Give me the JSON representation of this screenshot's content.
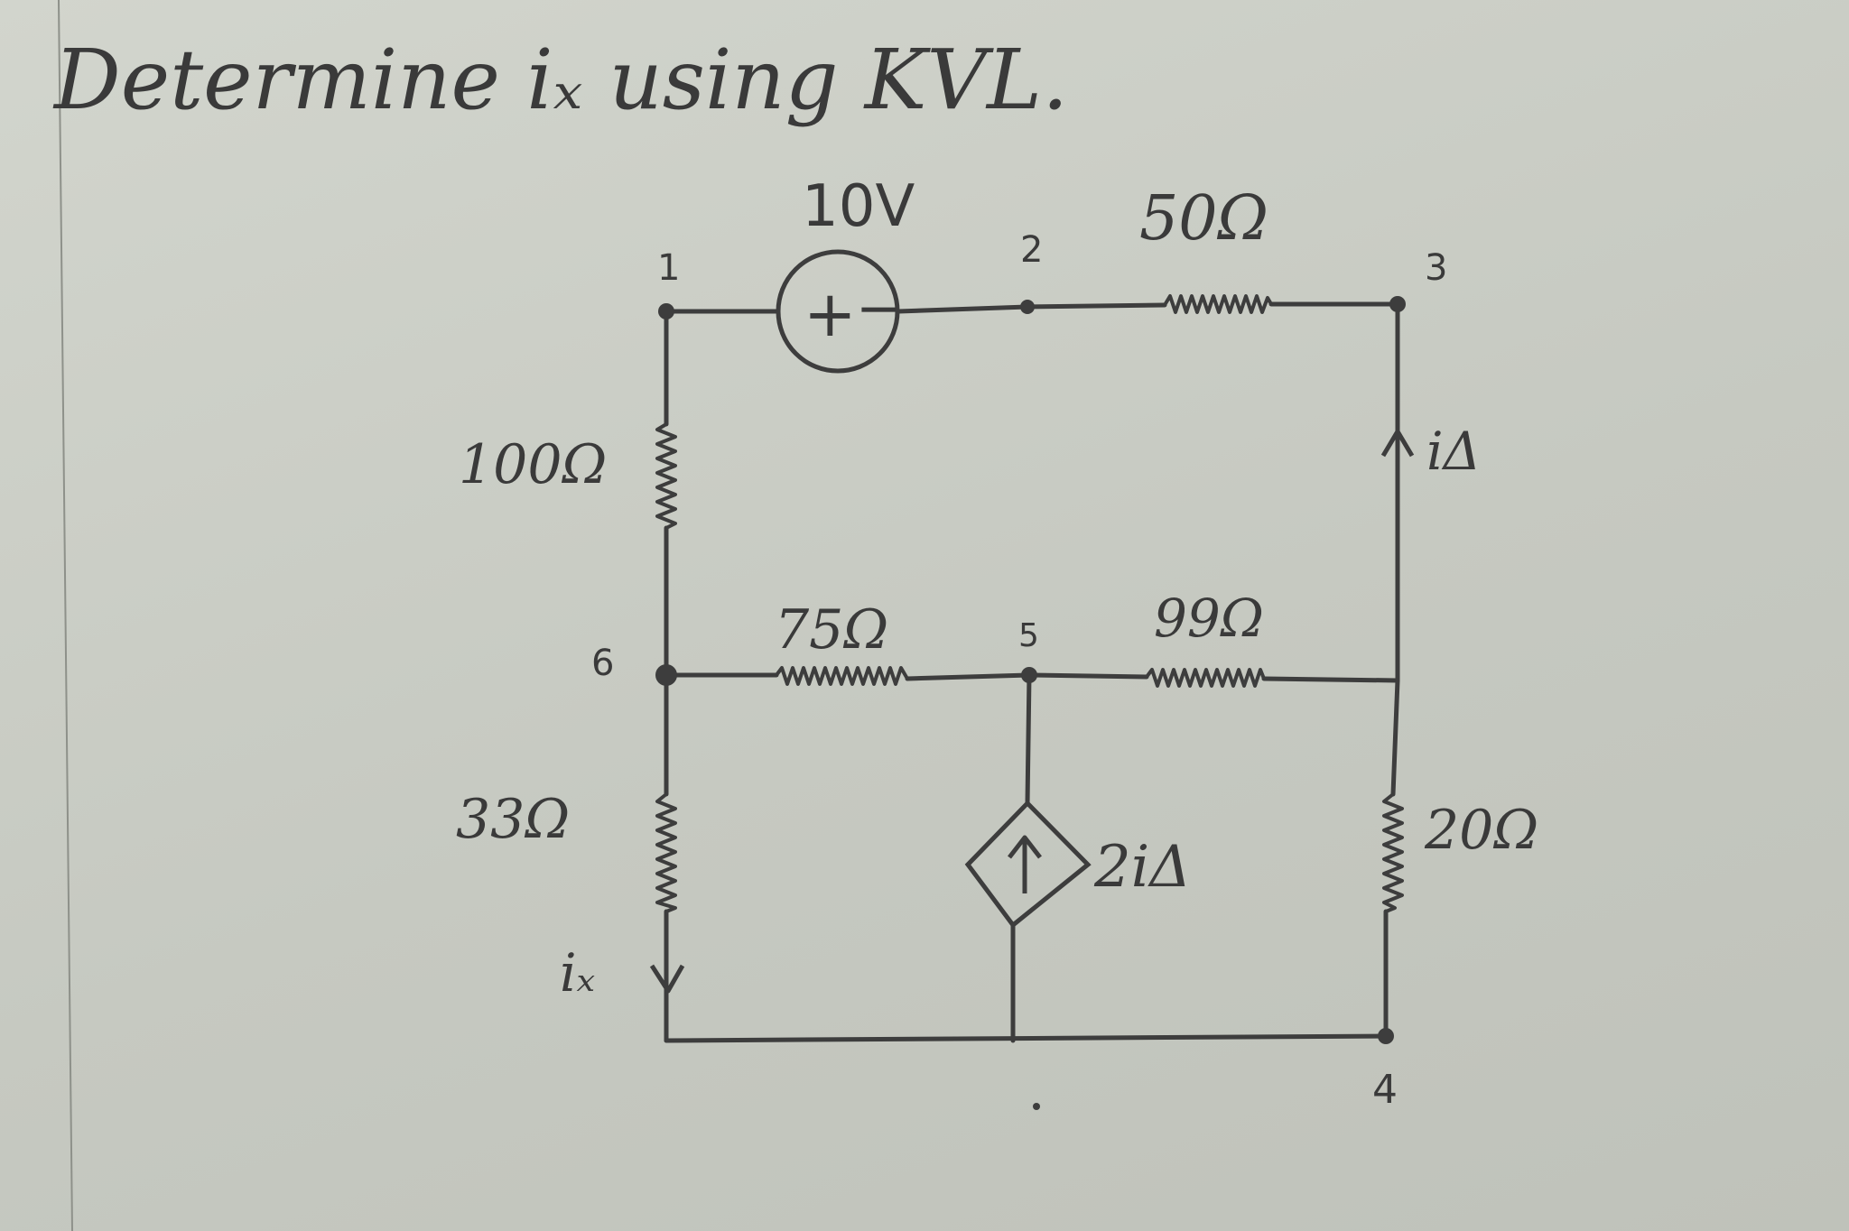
{
  "title": "Determine iₓ using KVL.",
  "source": {
    "value": "10V",
    "plus": "+",
    "minus": "−"
  },
  "resistors": {
    "r50": "50Ω",
    "r100": "100Ω",
    "r33": "33Ω",
    "r75": "75Ω",
    "r99": "99Ω",
    "r20": "20Ω"
  },
  "dependent_source": {
    "label": "2iΔ"
  },
  "currents": {
    "ix": "iₓ",
    "idelta": "iΔ"
  },
  "nodes": [
    "1",
    "2",
    "3",
    "4",
    "5",
    "6"
  ]
}
